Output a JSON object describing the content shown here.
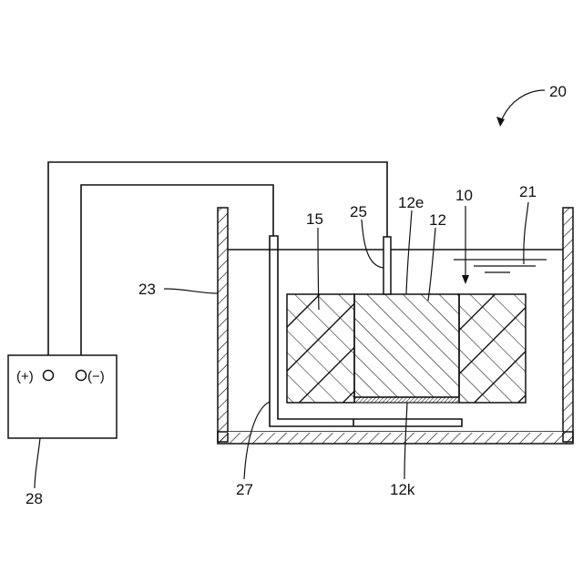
{
  "labels": {
    "apparatus": "20",
    "vessel": "23",
    "liquid": "21",
    "workpiece": "10",
    "member_12": "12",
    "surface_12e": "12e",
    "surface_12k": "12k",
    "member_15": "15",
    "electrode_25": "25",
    "electrode_27": "27",
    "power_source": "28"
  },
  "power_source": {
    "positive_terminal": "(+)",
    "negative_terminal": "(−)"
  }
}
